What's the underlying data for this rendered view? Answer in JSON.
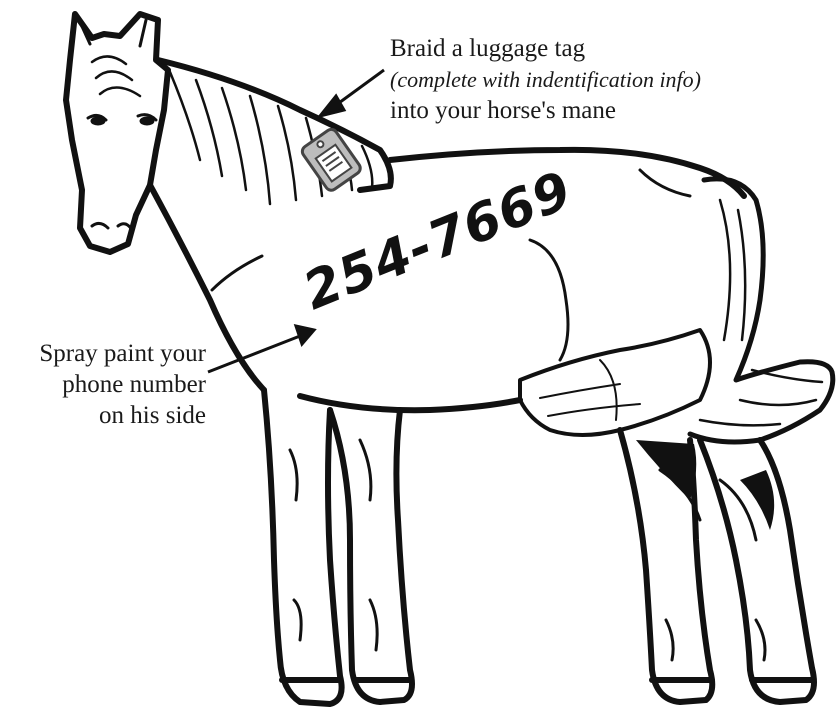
{
  "colors": {
    "ink": "#111111",
    "paper": "#ffffff",
    "tag_fill": "#bdbdbd",
    "tag_stroke": "#444444"
  },
  "icons": {
    "horse": "horse-illustration-icon",
    "tag": "luggage-tag-icon",
    "arrow": "arrow-icon"
  },
  "callouts": {
    "luggage_tag": {
      "line1": "Braid a luggage tag",
      "line2": "(complete with indentification info)",
      "line3": "into your horse's mane"
    },
    "spray_paint": {
      "line1": "Spray paint your",
      "line2": "phone number",
      "line3": "on his side"
    }
  },
  "horse": {
    "painted_number": "254-7669"
  }
}
